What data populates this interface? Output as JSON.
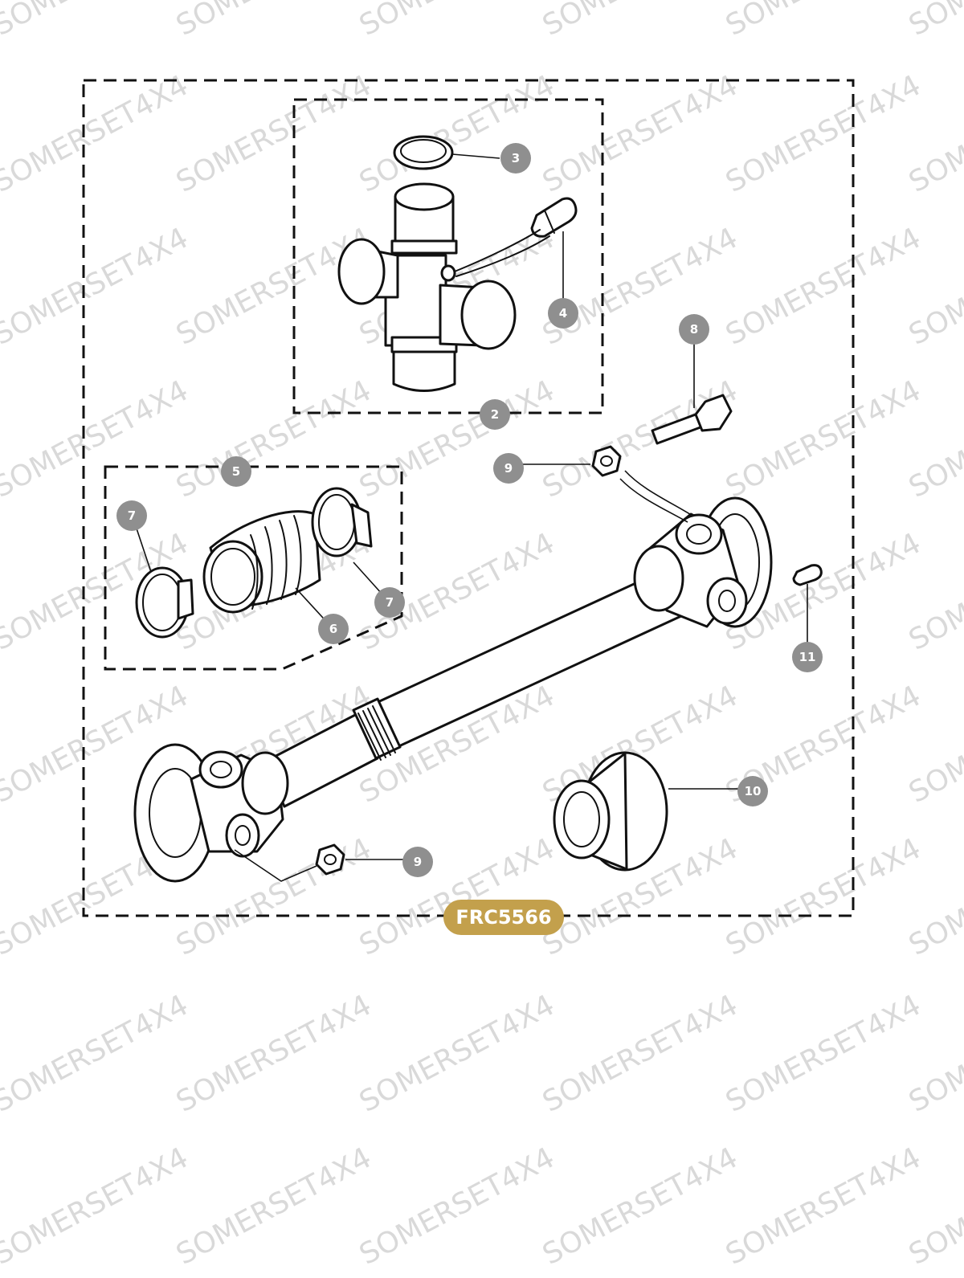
{
  "watermark": {
    "text": "SOMERSET4X4",
    "color": "#d9d9d9"
  },
  "callout_color": "#8f8f8f",
  "callout_text_color": "#ffffff",
  "badge": {
    "label": "FRC5566",
    "color": "#c3a04c",
    "text_color": "#ffffff"
  },
  "callouts": [
    {
      "id": "3",
      "label": "3"
    },
    {
      "id": "4",
      "label": "4"
    },
    {
      "id": "2",
      "label": "2"
    },
    {
      "id": "8",
      "label": "8"
    },
    {
      "id": "9a",
      "label": "9"
    },
    {
      "id": "5",
      "label": "5"
    },
    {
      "id": "7a",
      "label": "7"
    },
    {
      "id": "7b",
      "label": "7"
    },
    {
      "id": "6",
      "label": "6"
    },
    {
      "id": "11",
      "label": "11"
    },
    {
      "id": "10",
      "label": "10"
    },
    {
      "id": "9b",
      "label": "9"
    }
  ]
}
